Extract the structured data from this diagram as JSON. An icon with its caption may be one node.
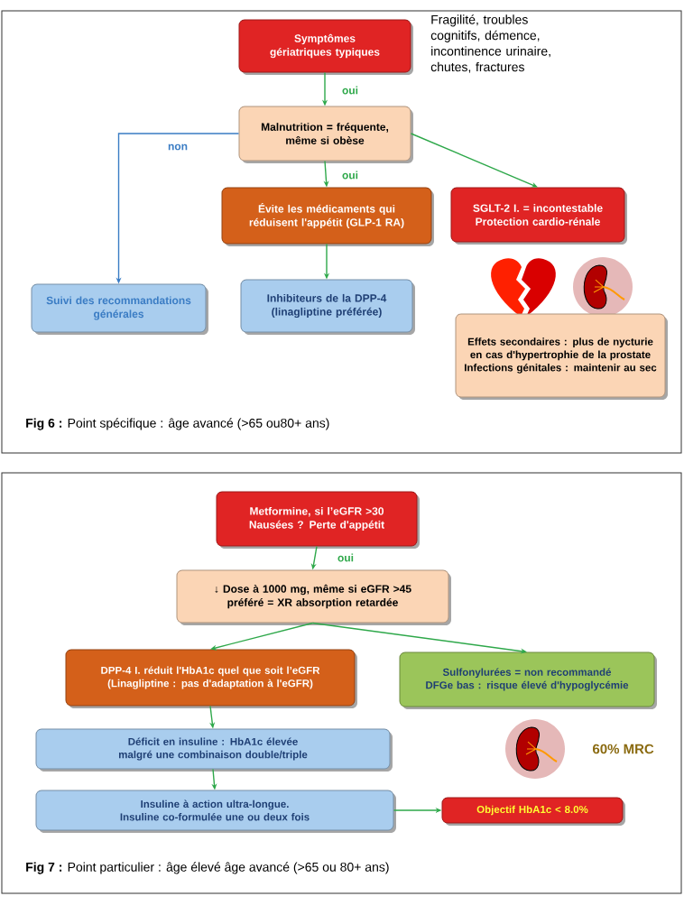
{
  "diagram": {
    "nodes": [
      {
        "text": [
          "Symptômes gériatriques typiques"
        ],
        "beside": [
          "Fragilité, troubles cognitifs, démence, incontinence urinaire, chutes, fractures"
        ]
      },
      {
        "text": [
          "Malnutrition = fréquente, même si obèse"
        ]
      },
      {
        "text": [
          "Évite les médicaments qui réduisent l'appétit (GLP-1 RA)"
        ]
      },
      {
        "text": [
          "SGLT-2 I. = incontestable Protection cardio-rénale"
        ]
      },
      {
        "text": [
          "Suivi des recommandations générales"
        ]
      },
      {
        "text": [
          "Inhibiteurs de la DPP-4 (linagliptine préférée)"
        ]
      },
      {
        "text": [
          "Effets secondaires : plus de nycturie en cas d'hypertrophie de la prostate",
          "Infections génitales : maintenir au sec"
        ]
      },
      {
        "text": [
          "Metformine, si l’eGFR >30",
          "Nausées ? Perte d'appétit"
        ]
      },
      {
        "text": [
          "↓ Dose à 1000 mg, même si eGFR >45",
          "préféré = XR absorption retardée"
        ]
      },
      {
        "text": [
          "DPP-4 I. réduit l'HbA1c quel que soit l’eGFR",
          "(Linagliptine : pas d'adaptation à l'eGFR)"
        ]
      },
      {
        "text": [
          "Sulfonylurées = non recommandé",
          "DFGe bas : risque élevé d'hypoglycémie"
        ]
      },
      {
        "text": [
          "Déficit en insuline : HbA1c élevée malgré une combinaison double/triple"
        ]
      },
      {
        "text": [
          "Insuline à action ultra-longue.",
          "Insuline co-formulée une ou deux fois"
        ]
      },
      {
        "text": [
          "Objectif HbA1c < 8.0%"
        ]
      }
    ],
    "edges": [
      {
        "from": 0,
        "to": 1,
        "arrow": "to",
        "label": "oui"
      },
      {
        "from": 1,
        "to": 2,
        "arrow": "to",
        "label": "oui"
      },
      {
        "from": 1,
        "to": 3,
        "arrow": "to"
      },
      {
        "from": 1,
        "to": 4,
        "arrow": "to",
        "label": "non",
        "color": "#3a7cc4"
      },
      {
        "from": 2,
        "to": 5,
        "arrow": "to"
      },
      {
        "from": 7,
        "to": 8,
        "arrow": "to",
        "label": "oui"
      },
      {
        "from": 8,
        "to": 9,
        "arrow": "to"
      },
      {
        "from": 8,
        "to": 10,
        "arrow": "to"
      },
      {
        "from": 9,
        "to": 11,
        "arrow": "to"
      },
      {
        "from": 11,
        "to": 12,
        "arrow": "to"
      },
      {
        "from": 12,
        "to": 13,
        "arrow": "to"
      }
    ],
    "labels": [
      "**Fig 6 :** Point spécifique : âge avancé (>65 ou80+ ans)",
      "60% MRC",
      "**Fig 7 :** Point particulier : âge élevé âge avancé (>65 ou 80+ ans)"
    ]
  }
}
